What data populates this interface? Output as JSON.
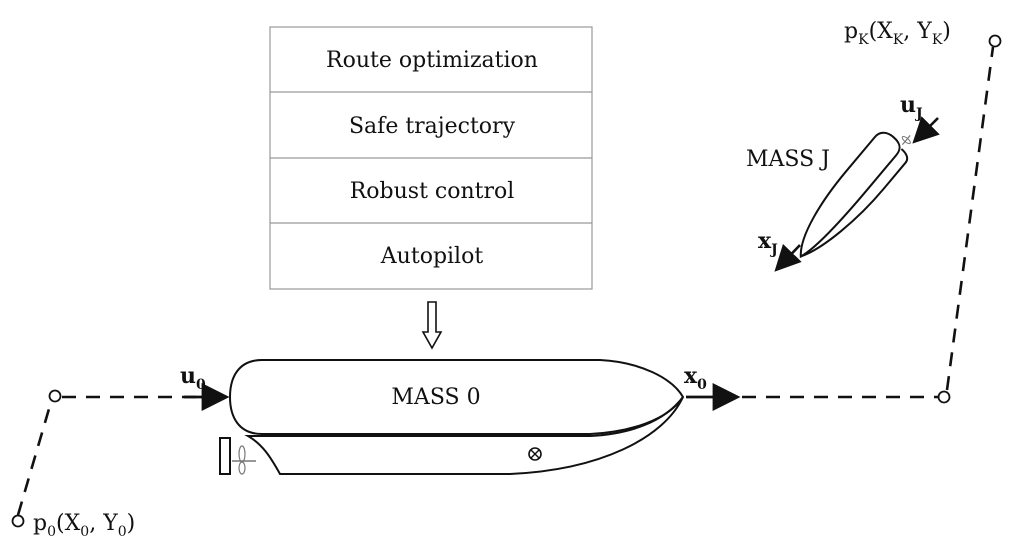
{
  "control_stack": {
    "items": [
      "Route optimization",
      "Safe trajectory",
      "Robust control",
      "Autopilot"
    ]
  },
  "own_ship": {
    "name": "MASS 0",
    "input_base": "u",
    "input_sub": "0",
    "output_base": "x",
    "output_sub": "0"
  },
  "target_ship": {
    "name": "MASS J",
    "input_base": "u",
    "input_sub": "J",
    "output_base": "x",
    "output_sub": "J"
  },
  "waypoints": {
    "start": {
      "p": "p",
      "p_sub": "0",
      "x": "X",
      "x_sub": "0",
      "y": "Y",
      "y_sub": "0"
    },
    "end": {
      "p": "p",
      "p_sub": "K",
      "x": "X",
      "x_sub": "K",
      "y": "Y",
      "y_sub": "K"
    }
  }
}
